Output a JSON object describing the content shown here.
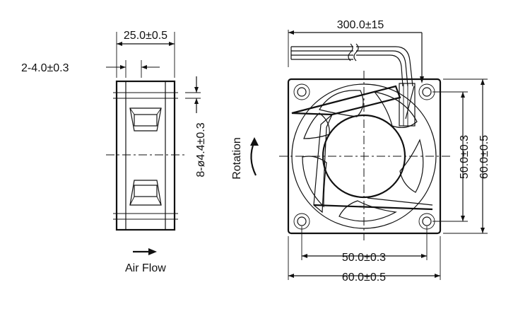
{
  "side_view": {
    "width_dim": "25.0±0.5",
    "hole_dim": "2-4.0±0.3",
    "mount_dim": "8-ø4.4±0.3",
    "airflow_label": "Air Flow"
  },
  "front_view": {
    "lead_length_dim": "300.0±15",
    "rotation_label": "Rotation",
    "hole_pitch_h": "50.0±0.3",
    "frame_width": "60.0±0.5",
    "hole_pitch_v": "50.0±0.3",
    "frame_height": "60.0±0.5"
  }
}
